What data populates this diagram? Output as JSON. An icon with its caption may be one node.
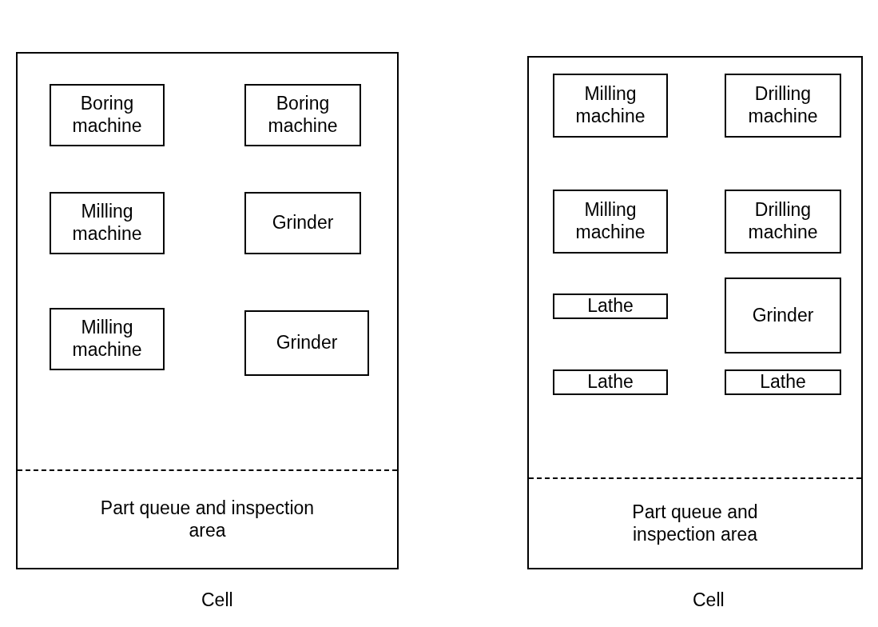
{
  "diagram": {
    "nodes": [
      {
        "text": [
          "Cell"
        ]
      },
      {
        "text": [
          "Boring machine"
        ],
        "in": 0
      },
      {
        "text": [
          "Boring machine"
        ],
        "in": 0
      },
      {
        "text": [
          "Milling machine"
        ],
        "in": 0
      },
      {
        "text": [
          "Grinder"
        ],
        "in": 0
      },
      {
        "text": [
          "Milling machine"
        ],
        "in": 0
      },
      {
        "text": [
          "Grinder"
        ],
        "in": 0
      },
      {
        "text": [
          "Part queue and inspection area"
        ],
        "in": 0
      },
      {
        "text": [
          "Cell"
        ]
      },
      {
        "text": [
          "Milling machine"
        ],
        "in": 8
      },
      {
        "text": [
          "Drilling machine"
        ],
        "in": 8
      },
      {
        "text": [
          "Milling machine"
        ],
        "in": 8
      },
      {
        "text": [
          "Drilling machine"
        ],
        "in": 8
      },
      {
        "text": [
          "Lathe"
        ],
        "in": 8
      },
      {
        "text": [
          "Grinder"
        ],
        "in": 8
      },
      {
        "text": [
          "Lathe"
        ],
        "in": 8
      },
      {
        "text": [
          "Lathe"
        ],
        "in": 8
      },
      {
        "text": [
          "Part queue and inspection area"
        ],
        "in": 8
      }
    ]
  }
}
